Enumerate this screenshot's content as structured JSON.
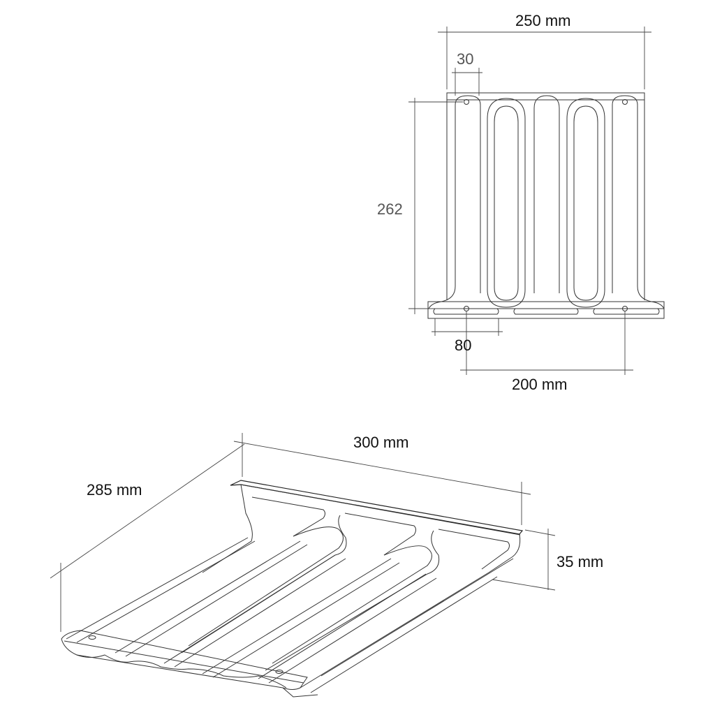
{
  "front_view": {
    "width_label": "250 mm",
    "slot_width_label": "30",
    "height_label": "262",
    "foot_width_label": "80",
    "hole_spacing_label": "200 mm"
  },
  "iso_view": {
    "length_label": "300 mm",
    "depth_label": "285 mm",
    "height_label": "35 mm"
  },
  "colors": {
    "line": "#333333",
    "text": "#111111",
    "text_secondary": "#555555",
    "background": "#ffffff"
  }
}
